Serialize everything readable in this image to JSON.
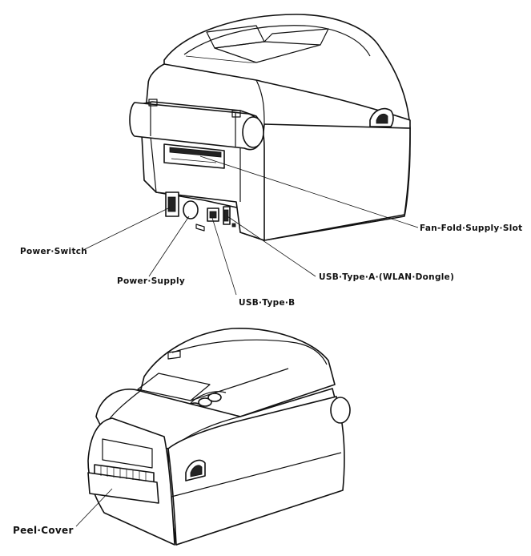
{
  "labels": {
    "fan_fold_supply_slot": "Fan-Fold·Supply·Slot",
    "power_switch": "Power·Switch",
    "power_supply": "Power·Supply",
    "usb_type_a": "USB·Type·A·(WLAN·Dongle)",
    "usb_type_b": "USB·Type·B",
    "peel_cover": "Peel·Cover"
  }
}
